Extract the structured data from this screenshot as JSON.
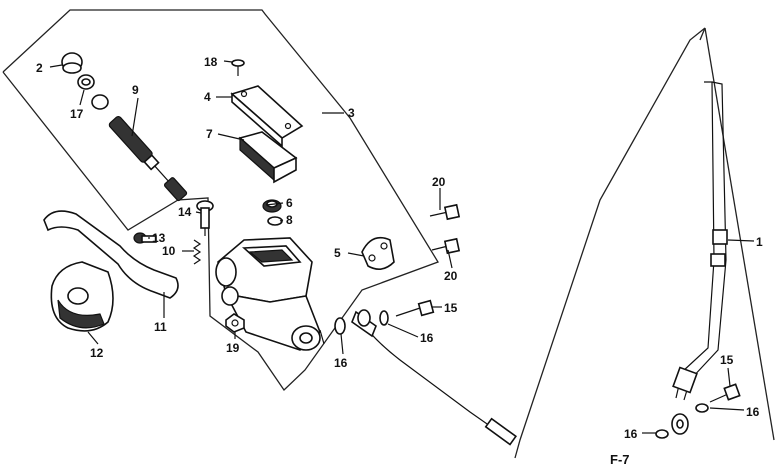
{
  "labels": {
    "p1": "1",
    "p2": "2",
    "p3": "3",
    "p4": "4",
    "p5": "5",
    "p6": "6",
    "p7": "7",
    "p8": "8",
    "p9": "9",
    "p10": "10",
    "p11": "11",
    "p12": "12",
    "p13": "13",
    "p14": "14",
    "p15a": "15",
    "p15b": "15",
    "p16a": "16",
    "p16b": "16",
    "p16c": "16",
    "p16d": "16",
    "p17": "17",
    "p18": "18",
    "p19": "19",
    "p20a": "20",
    "p20b": "20"
  },
  "reference": "F-7"
}
